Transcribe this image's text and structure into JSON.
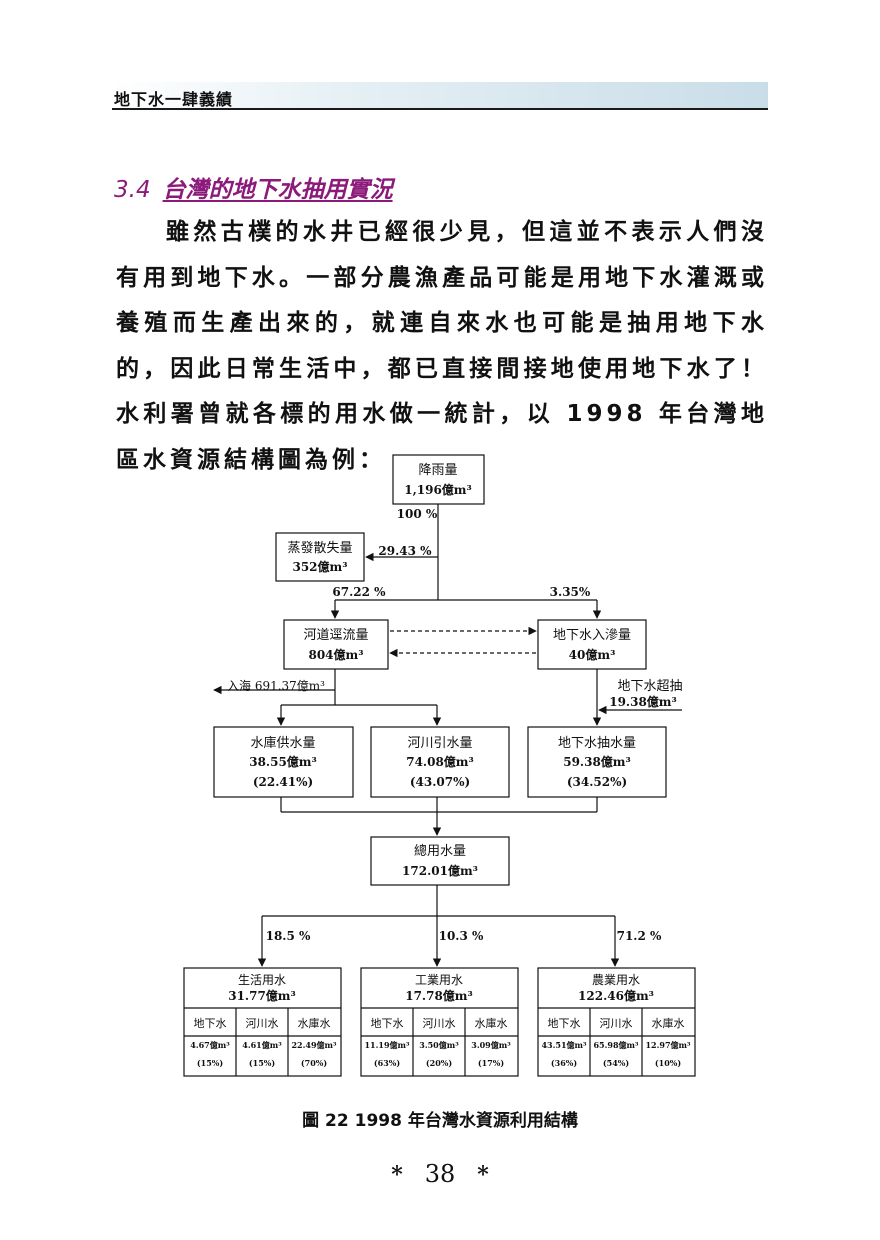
{
  "header": {
    "title": "地下水一肆義績"
  },
  "section": {
    "number": "3.4",
    "title": "台灣的地下水抽用實況"
  },
  "body_text": "雖然古樸的水井已經很少見，但這並不表示人們沒有用到地下水。一部分農漁產品可能是用地下水灌溉或養殖而生產出來的，就連自來水也可能是抽用地下水的，因此日常生活中，都已直接間接地使用地下水了！水利署曾就各標的用水做一統計，以 1998 年台灣地區水資源結構圖為例：",
  "diagram": {
    "rainfall": {
      "label": "降雨量",
      "value": "1,196億m³"
    },
    "pct_rain": "100 %",
    "evap": {
      "label": "蒸發散失量",
      "value": "352億m³"
    },
    "pct_evap": "29.43 %",
    "pct_runoff": "67.22 %",
    "pct_recharge": "3.35%",
    "runoff": {
      "label": "河道逕流量",
      "value": "804億m³"
    },
    "recharge": {
      "label": "地下水入滲量",
      "value": "40億m³"
    },
    "to_sea": "入海 691.37億m³",
    "overdraft": {
      "label": "地下水超抽",
      "value": "19.38億m³"
    },
    "reservoir": {
      "label": "水庫供水量",
      "value": "38.55億m³",
      "pct": "(22.41%)"
    },
    "river": {
      "label": "河川引水量",
      "value": "74.08億m³",
      "pct": "(43.07%)"
    },
    "groundwater": {
      "label": "地下水抽水量",
      "value": "59.38億m³",
      "pct": "(34.52%)"
    },
    "total": {
      "label": "總用水量",
      "value": "172.01億m³"
    },
    "pct_domestic": "18.5 %",
    "pct_industrial": "10.3 %",
    "pct_agri": "71.2 %",
    "domestic": {
      "label": "生活用水",
      "value": "31.77億m³",
      "cols": [
        "地下水",
        "河川水",
        "水庫水"
      ],
      "vals": [
        "4.67億m³",
        "4.61億m³",
        "22.49億m³"
      ],
      "pcts": [
        "(15%)",
        "(15%)",
        "(70%)"
      ]
    },
    "industrial": {
      "label": "工業用水",
      "value": "17.78億m³",
      "cols": [
        "地下水",
        "河川水",
        "水庫水"
      ],
      "vals": [
        "11.19億m³",
        "3.50億m³",
        "3.09億m³"
      ],
      "pcts": [
        "(63%)",
        "(20%)",
        "(17%)"
      ]
    },
    "agri": {
      "label": "農業用水",
      "value": "122.46億m³",
      "cols": [
        "地下水",
        "河川水",
        "水庫水"
      ],
      "vals": [
        "43.51億m³",
        "65.98億m³",
        "12.97億m³"
      ],
      "pcts": [
        "(36%)",
        "(54%)",
        "(10%)"
      ]
    }
  },
  "caption": {
    "label": "圖 22",
    "text": "1998 年台灣水資源利用結構"
  },
  "footer": {
    "star": "*",
    "page": "38"
  }
}
